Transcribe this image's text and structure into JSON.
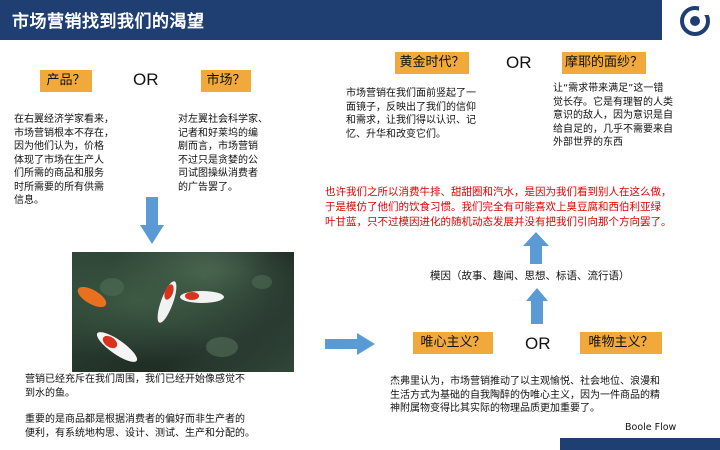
{
  "title": "市场营销找到我们的渴望",
  "left": {
    "tag_product": "产品？",
    "or": "OR",
    "tag_market": "市场？",
    "text_economists": "在右翼经济学家看来，\n市场营销根本不存在，\n因为他们认为，价格\n体现了市场在生产人\n们所需的商品和服务\n时所需要的所有供需\n信息。",
    "text_social": "对左翼社会科学家、\n记者和好莱坞的编\n剧而言，市场营销\n不过只是贪婪的公\n司试图操纵消费者\n的广告罢了。",
    "caption_1": "营销已经充斥在我们周围，我们已经开始像感觉不\n到水的鱼。",
    "caption_2": "重要的是商品都是根据消费者的偏好而非生产者的\n便利，有系统地构思、设计、测试、生产和分配的。"
  },
  "right": {
    "tag_golden": "黄金时代？",
    "or_top": "OR",
    "tag_maya": "摩耶的面纱？",
    "text_golden": "市场营销在我们面前竖起了一\n面镜子，反映出了我们的信仰\n和需求，让我们得以认识、记\n忆、升华和改变它们。",
    "text_maya": "让“需求带来满足”这一错\n觉长存。它是有理智的人类\n意识的敌人，因为意识是自\n给自足的，几乎不需要来自\n外部世界的东西",
    "red_text": "也许我们之所以消费牛排、甜甜圈和汽水，是因为我们看到别人在这么做，\n于是模仿了他们的饮食习惯。我们完全有可能喜欢上臭豆腐和西伯利亚绿\n叶甘蓝，只不过模因进化的随机动态发展并没有把我们引向那个方向罢了。",
    "meme_text": "模因（故事、趣闻、思想、标语、流行语）",
    "tag_idealism": "唯心主义？",
    "or_bottom": "OR",
    "tag_materialism": "唯物主义？",
    "text_jeffrey": "杰弗里认为，市场营销推动了以主观愉悦、社会地位、浪漫和\n生活方式为基础的自我陶醉的伪唯心主义，因为一件商品的精\n神附属物变得比其实际的物理品质更加重要了。"
  },
  "footer": "Boole Flow",
  "colors": {
    "title_bar": "#1f3f73",
    "tag": "#f2a93b",
    "arrow": "#5b9bd5",
    "red": "#e00000"
  },
  "icons": {
    "logo": "boole-flow-logo-icon",
    "arrow": "block-arrow-icon"
  }
}
